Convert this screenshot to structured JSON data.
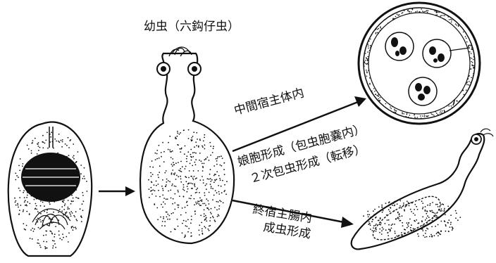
{
  "labels": {
    "larva": "幼虫（六鈎仔虫）",
    "intermediate_host": "中間宿主体内",
    "daughter_cyst": "娘胞形成（包虫胞嚢内）",
    "secondary_cyst": "２次包虫形成（転移）",
    "final_host": "終宿主腸内",
    "adult_formation": "成虫形成"
  },
  "colors": {
    "ink": "#111111",
    "paper": "#ffffff"
  }
}
